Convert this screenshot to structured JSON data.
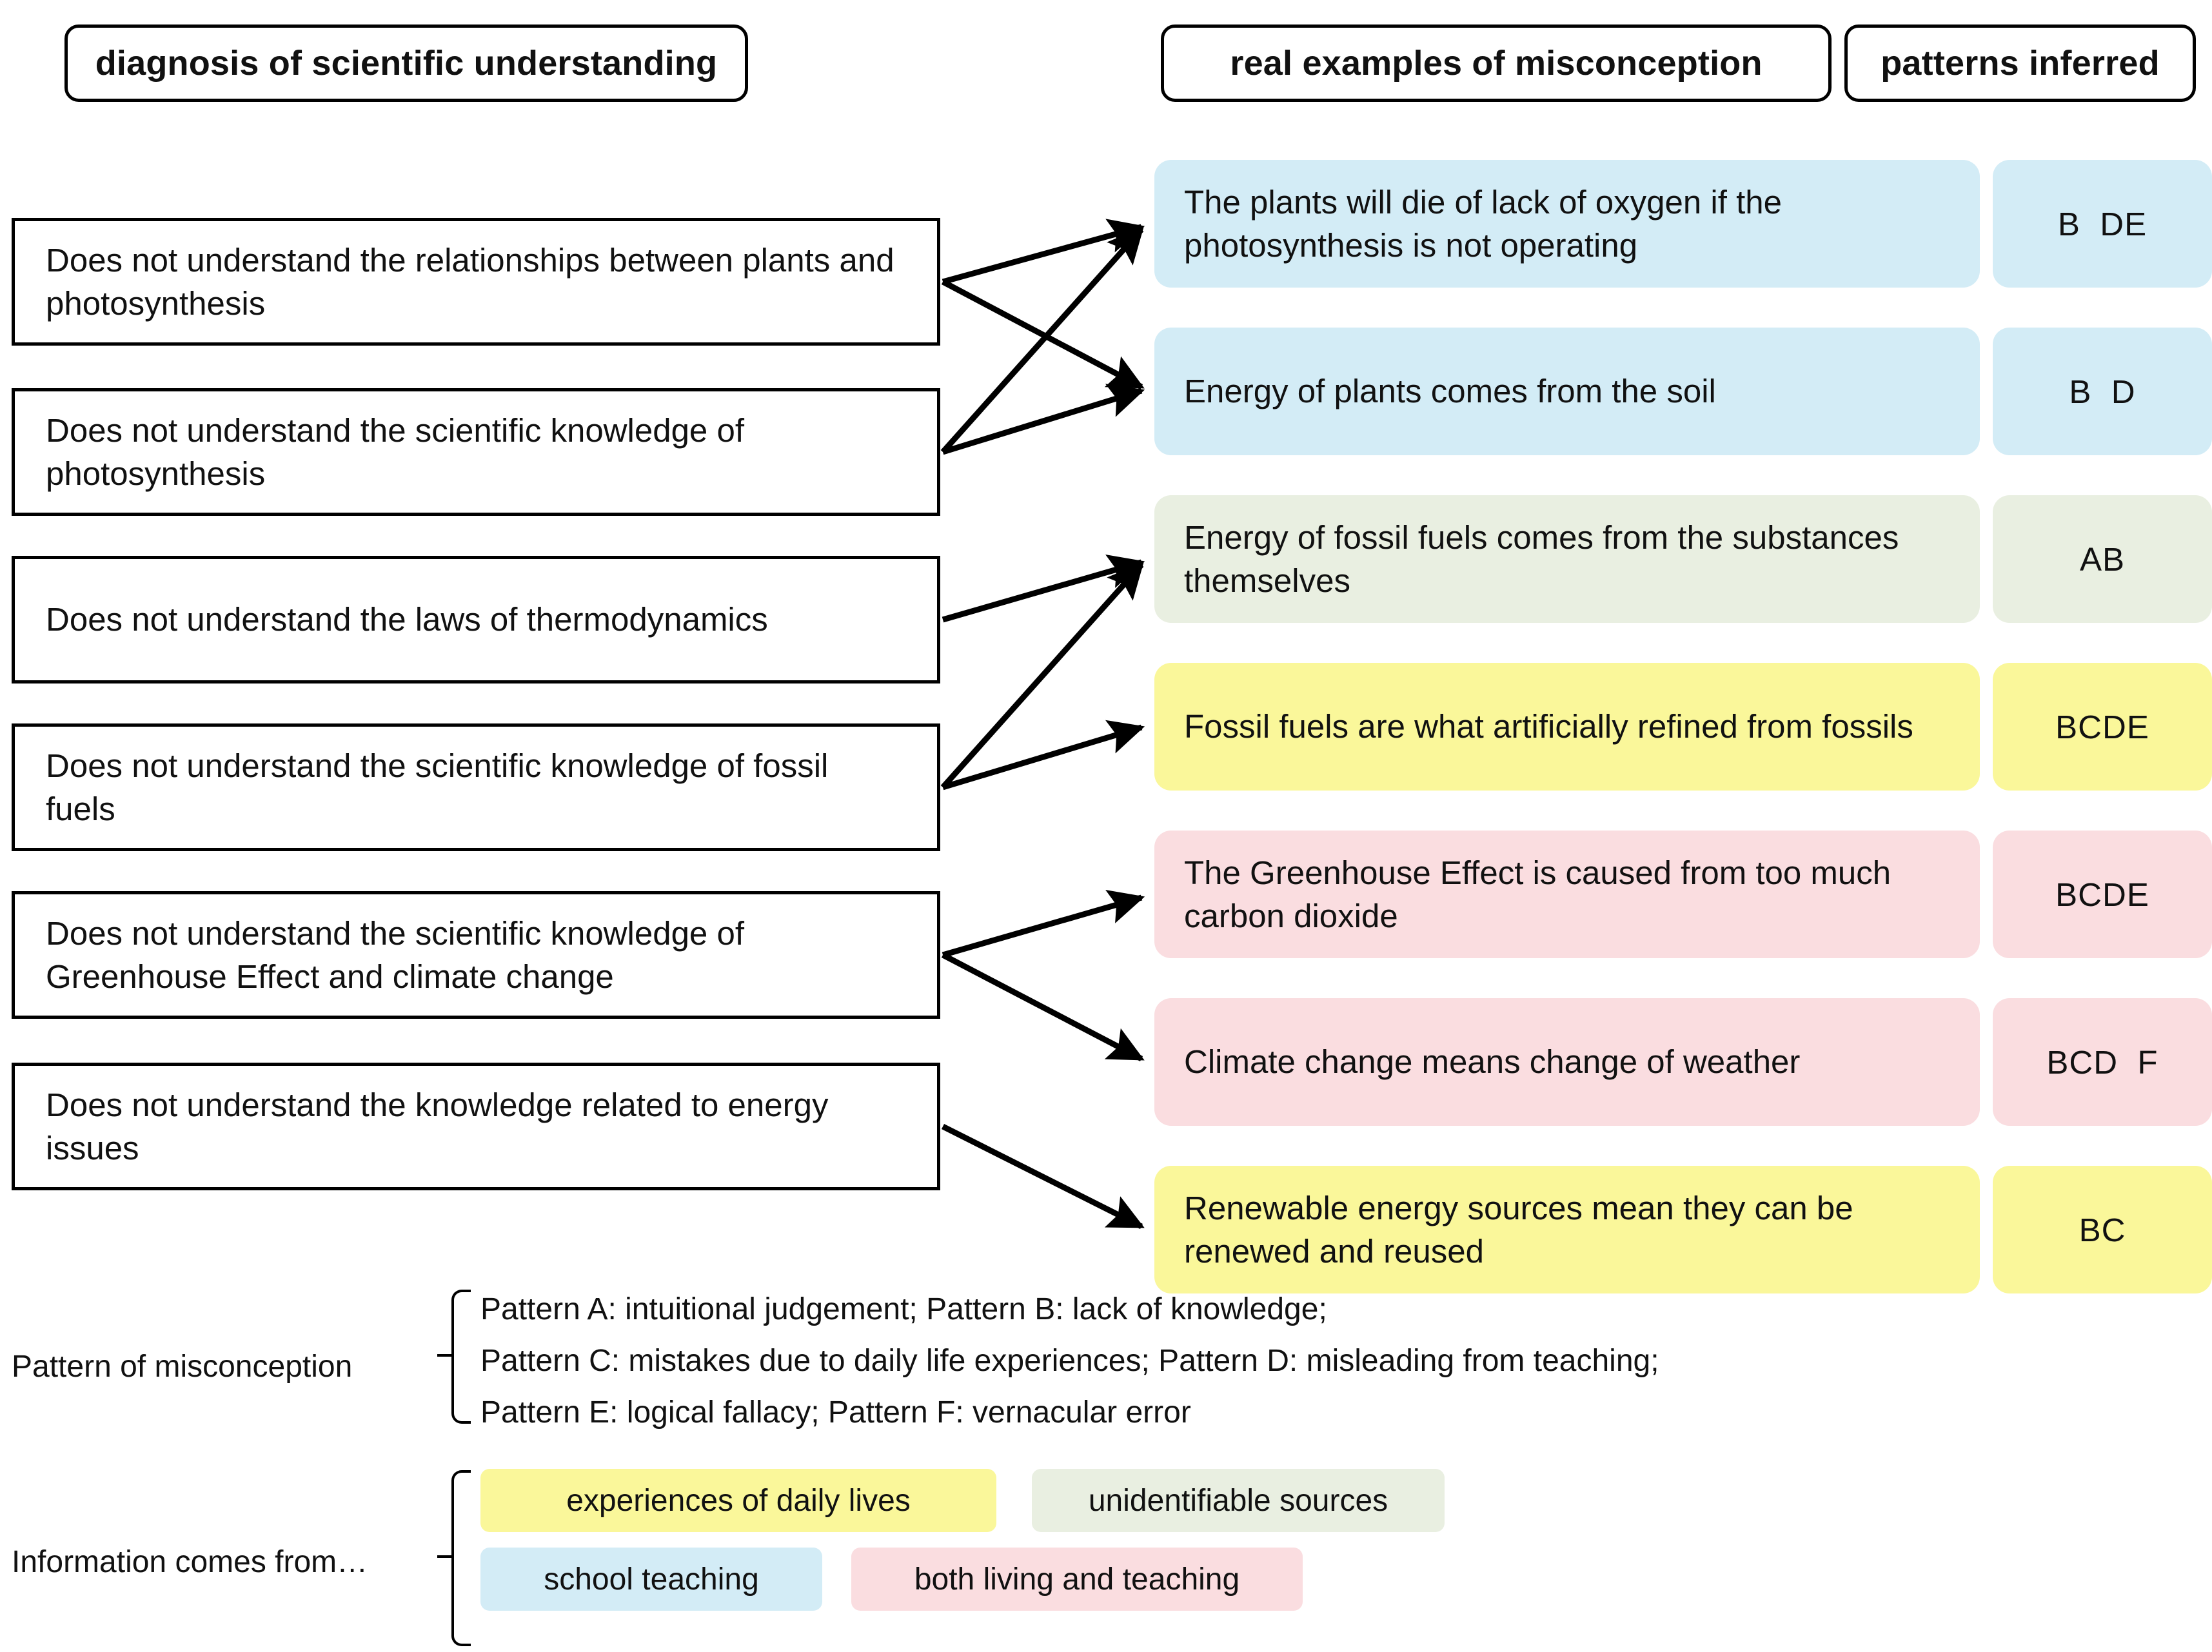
{
  "headers": {
    "left": "diagnosis of scientific understanding",
    "middle": "real examples of  misconception",
    "right": "patterns inferred"
  },
  "diagnoses": [
    {
      "id": "d1",
      "text": "Does not understand the relationships between plants and photosynthesis"
    },
    {
      "id": "d2",
      "text": "Does not understand the scientific knowledge of photosynthesis"
    },
    {
      "id": "d3",
      "text": "Does not understand the laws of thermodynamics"
    },
    {
      "id": "d4",
      "text": "Does not understand the scientific knowledge of fossil fuels"
    },
    {
      "id": "d5",
      "text": "Does not understand the scientific knowledge of Greenhouse Effect and climate change"
    },
    {
      "id": "d6",
      "text": "Does not understand the knowledge related to energy issues"
    }
  ],
  "misconceptions": [
    {
      "id": "m1",
      "text": "The plants will die of lack of oxygen if the photosynthesis is not operating",
      "patterns": "B  DE",
      "source": "school teaching",
      "color": "#d3ecf6"
    },
    {
      "id": "m2",
      "text": "Energy of plants comes from the soil",
      "patterns": "B  D",
      "source": "school teaching",
      "color": "#d3ecf6"
    },
    {
      "id": "m3",
      "text": "Energy of fossil fuels comes from the substances themselves",
      "patterns": "AB",
      "source": "unidentifiable sources",
      "color": "#e9efe1"
    },
    {
      "id": "m4",
      "text": "Fossil fuels are what artificially refined from fossils",
      "patterns": "BCDE",
      "source": "experiences of daily lives",
      "color": "#faf79a"
    },
    {
      "id": "m5",
      "text": "The Greenhouse Effect is caused from too much carbon dioxide",
      "patterns": "BCDE",
      "source": "both living and teaching",
      "color": "#fadde0"
    },
    {
      "id": "m6",
      "text": "Climate change means change of weather",
      "patterns": "BCD  F",
      "source": "both living and teaching",
      "color": "#fadde0"
    },
    {
      "id": "m7",
      "text": "Renewable energy sources mean they can be renewed and reused",
      "patterns": "BC",
      "source": "experiences of daily lives",
      "color": "#faf79a"
    }
  ],
  "links": [
    {
      "from": "d1",
      "to": "m1"
    },
    {
      "from": "d1",
      "to": "m2"
    },
    {
      "from": "d2",
      "to": "m1"
    },
    {
      "from": "d2",
      "to": "m2"
    },
    {
      "from": "d3",
      "to": "m3"
    },
    {
      "from": "d4",
      "to": "m3"
    },
    {
      "from": "d4",
      "to": "m4"
    },
    {
      "from": "d5",
      "to": "m5"
    },
    {
      "from": "d5",
      "to": "m6"
    },
    {
      "from": "d6",
      "to": "m7"
    }
  ],
  "legend": {
    "pattern_label": "Pattern of misconception",
    "pattern_lines": [
      "Pattern A: intuitional judgement; Pattern B: lack of knowledge;",
      "Pattern C: mistakes due to daily life experiences; Pattern D: misleading from teaching;",
      "Pattern E: logical fallacy; Pattern F: vernacular error"
    ],
    "source_label": "Information comes from…",
    "source_chips": [
      {
        "text": "experiences of daily lives",
        "color": "#faf79a"
      },
      {
        "text": "unidentifiable sources",
        "color": "#e9efe1"
      },
      {
        "text": "school teaching",
        "color": "#d3ecf6"
      },
      {
        "text": "both living and teaching",
        "color": "#fadde0"
      }
    ]
  },
  "colors": {
    "blue": "#d3ecf6",
    "green": "#e9efe1",
    "yellow": "#faf79a",
    "pink": "#fadde0",
    "outline": "#000000",
    "background": "#ffffff"
  }
}
